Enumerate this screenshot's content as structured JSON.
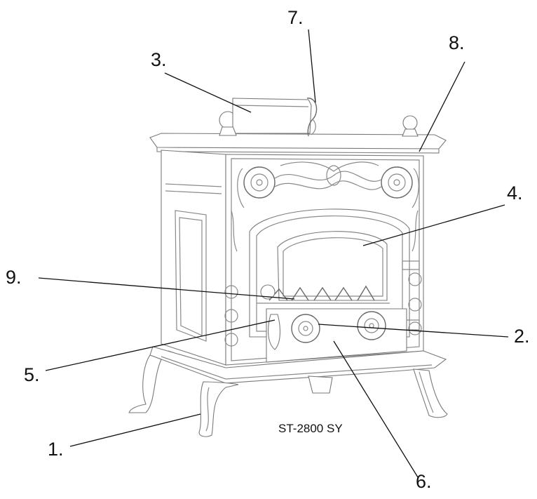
{
  "diagram": {
    "model_label": "ST-2800 SY",
    "callouts": [
      {
        "id": "1",
        "text": "1."
      },
      {
        "id": "2",
        "text": "2."
      },
      {
        "id": "3",
        "text": "3."
      },
      {
        "id": "4",
        "text": "4."
      },
      {
        "id": "5",
        "text": "5."
      },
      {
        "id": "6",
        "text": "6."
      },
      {
        "id": "7",
        "text": "7."
      },
      {
        "id": "8",
        "text": "8."
      },
      {
        "id": "9",
        "text": "9."
      }
    ],
    "colors": {
      "line": "#111111",
      "drawing": "#8a8a8a",
      "background": "#ffffff"
    }
  }
}
